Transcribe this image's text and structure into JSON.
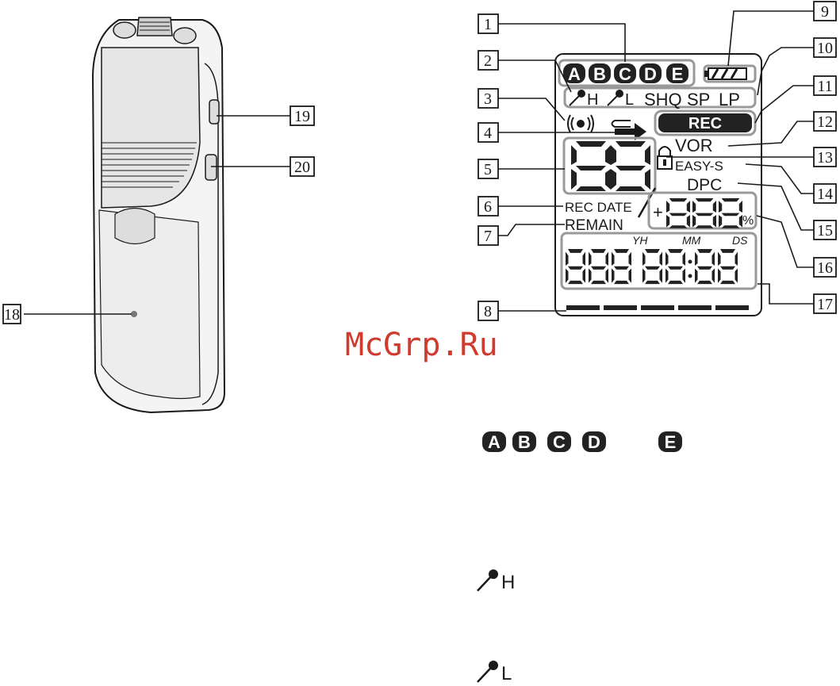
{
  "device": {
    "callouts": [
      "18",
      "19",
      "20"
    ]
  },
  "display": {
    "callouts": [
      "1",
      "2",
      "3",
      "4",
      "5",
      "6",
      "7",
      "8",
      "9",
      "10",
      "11",
      "12",
      "13",
      "14",
      "15",
      "16",
      "17"
    ],
    "folders": [
      "A",
      "B",
      "C",
      "D",
      "E"
    ],
    "mic_high": "H",
    "mic_low": "L",
    "modes": [
      "SHQ",
      "SP",
      "LP"
    ],
    "rec": "REC",
    "vor": "VOR",
    "easy_s": "EASY-S",
    "dpc": "DPC",
    "rec_date": "REC DATE",
    "remain": "REMAIN",
    "percent": "%",
    "plus": "+",
    "time_labels": [
      "YH",
      "MM",
      "DS"
    ]
  },
  "watermark": "McGrp.Ru",
  "legend": {
    "folders_row1": [
      "A",
      "B",
      "C",
      "D"
    ],
    "folder_e": "E",
    "mic_high": "H",
    "mic_low": "L"
  }
}
